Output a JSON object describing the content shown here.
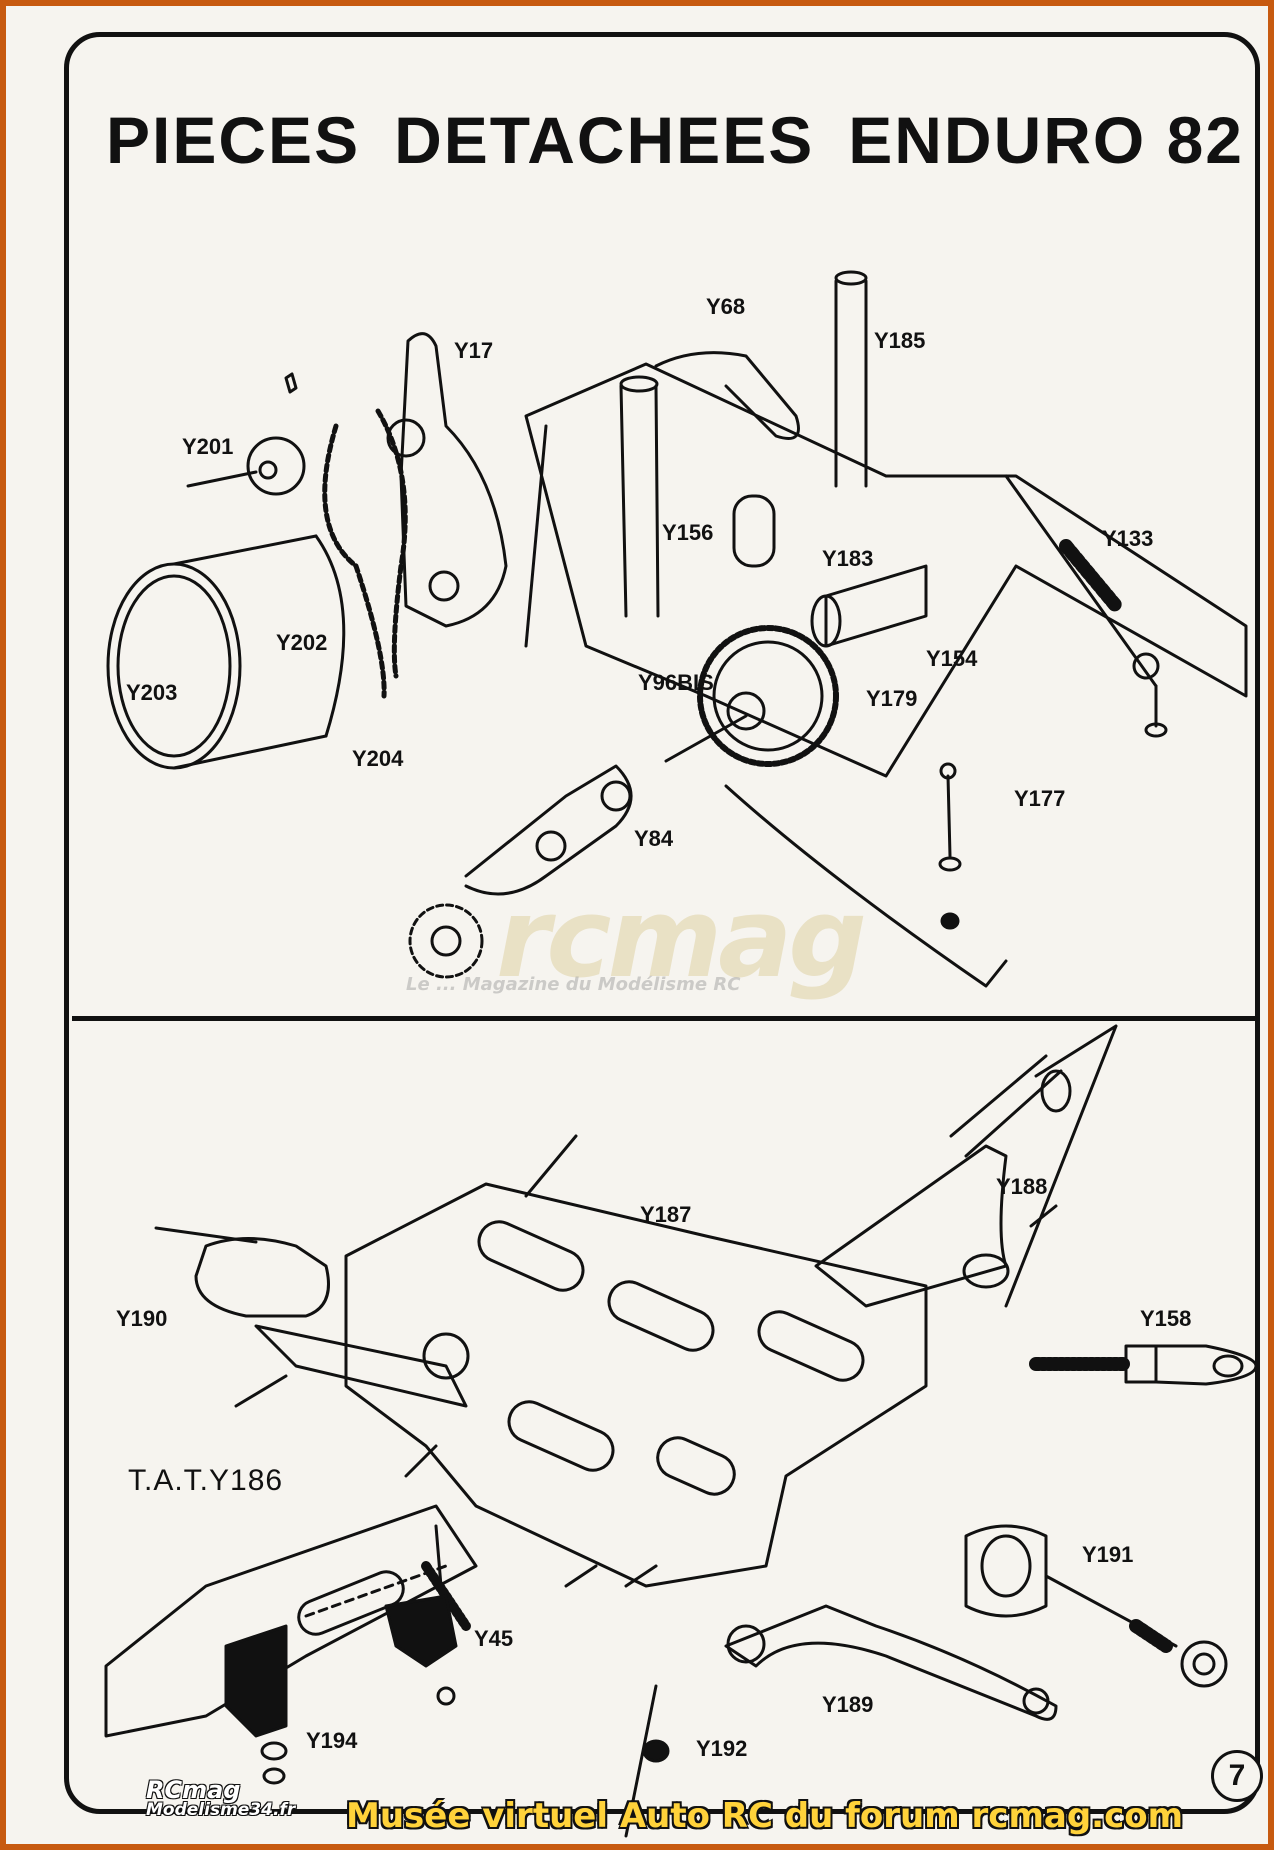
{
  "title": [
    "PIECES",
    "DETACHEES",
    "ENDURO 82"
  ],
  "upper_parts": [
    "Y68",
    "Y185",
    "Y17",
    "Y201",
    "Y156",
    "Y183",
    "Y133",
    "Y202",
    "Y154",
    "Y96BIS",
    "Y179",
    "Y203",
    "Y204",
    "Y177",
    "Y84"
  ],
  "lower_parts": [
    "Y188",
    "Y187",
    "Y190",
    "Y158",
    "T.A.T.Y186",
    "Y191",
    "Y45",
    "Y189",
    "Y194",
    "Y192"
  ],
  "watermark": {
    "logo": "rcmag",
    "tagline": "Le ... Magazine du Modélisme RC"
  },
  "page_number": "7",
  "footer": {
    "logo_line1": "RCmag",
    "logo_line2": "Modelisme34.fr",
    "banner": "Musée virtuel Auto RC du forum rcmag.com"
  }
}
